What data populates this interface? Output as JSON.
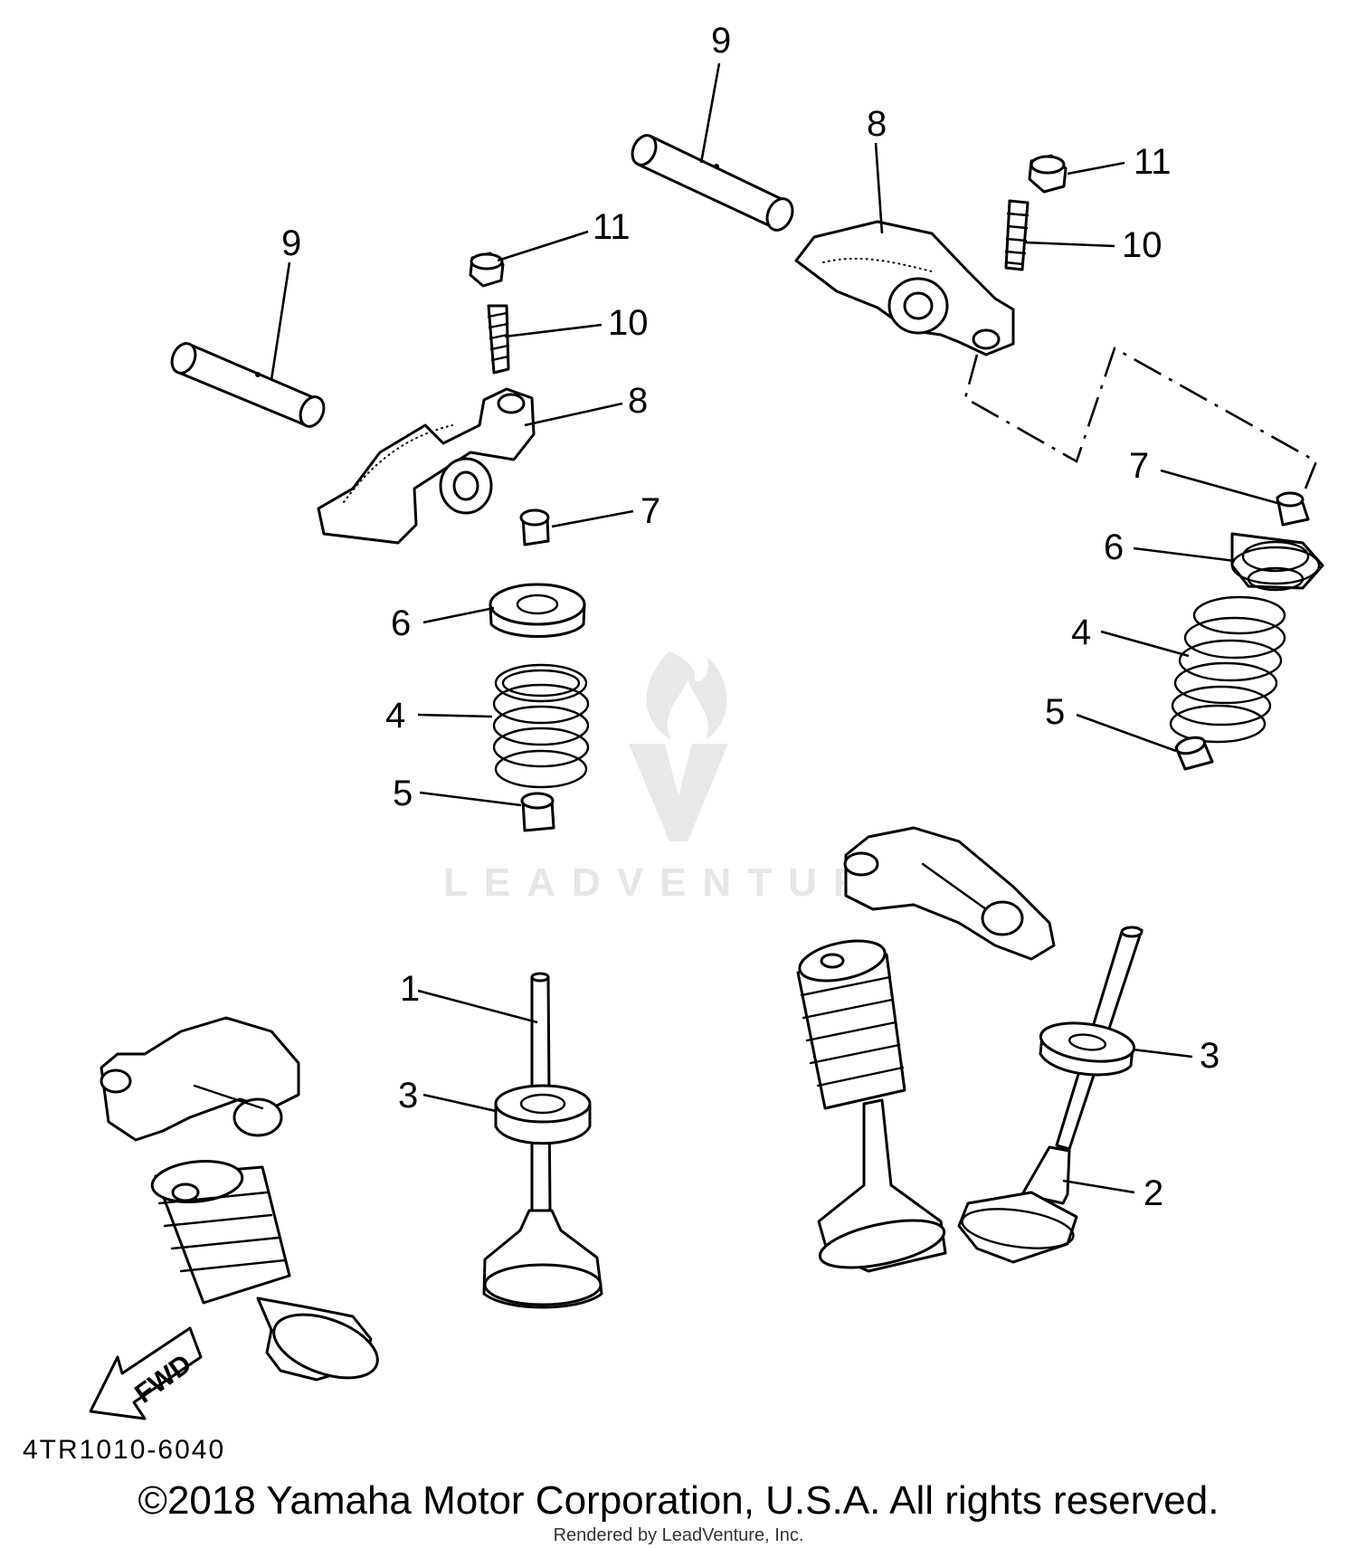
{
  "diagram": {
    "drawing_code": "4TR1010-6040",
    "forward_arrow_label": "FWD",
    "callouts": {
      "c1": "1",
      "c2": "2",
      "c3a": "3",
      "c3b": "3",
      "c4a": "4",
      "c4b": "4",
      "c5a": "5",
      "c5b": "5",
      "c6a": "6",
      "c6b": "6",
      "c7a": "7",
      "c7b": "7",
      "c8a": "8",
      "c8b": "8",
      "c9a": "9",
      "c9b": "9",
      "c10a": "10",
      "c10b": "10",
      "c11a": "11",
      "c11b": "11"
    }
  },
  "watermark": {
    "brand": "LEADVENTURE"
  },
  "footer": {
    "copyright": "©2018 Yamaha Motor Corporation, U.S.A. All rights reserved.",
    "rendered_by": "Rendered by LeadVenture, Inc."
  }
}
